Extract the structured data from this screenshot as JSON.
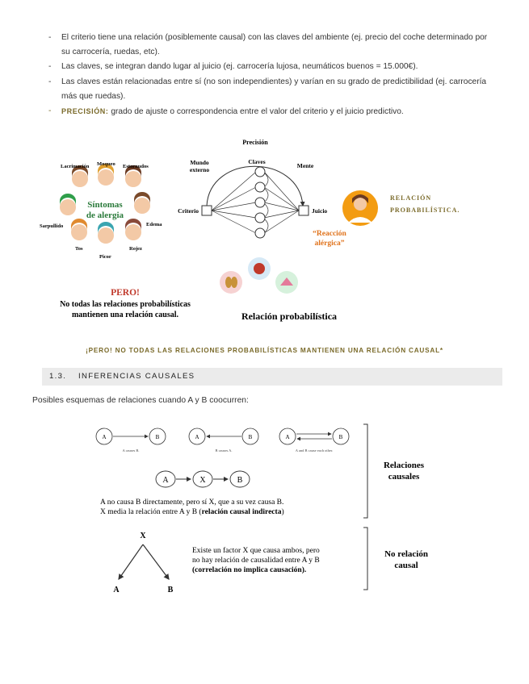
{
  "bullets": [
    {
      "dash": "-",
      "text": "El criterio tiene una relación (posiblemente causal) con las claves del ambiente (ej. precio del coche determinado por su carrocería, ruedas, etc)."
    },
    {
      "dash": "-",
      "text": "Las claves, se integran dando lugar al juicio (ej. carrocería lujosa, neumáticos buenos = 15.000€)."
    },
    {
      "dash": "-",
      "text": "Las claves están relacionadas entre sí (no son independientes) y varían en su grado de predictibilidad (ej. carrocería más que ruedas)."
    },
    {
      "dash": "-",
      "lead": "PRECISIÓN:",
      "text": " grado de ajuste o correspondencia entre el valor del criterio y el juicio predictivo."
    }
  ],
  "fig1": {
    "symptoms": [
      "Lacrimación",
      "Moqueo",
      "Estornudos",
      "Edema",
      "Rojez",
      "Picor",
      "Tos",
      "Sarpullido"
    ],
    "center_title_1": "Síntomas",
    "center_title_2": "de alergia",
    "pero": "PERO!",
    "pero_line1": "No todas las relaciones probabilísticas",
    "pero_line2": "mantienen una relación causal.",
    "lens_precision": "Precisión",
    "lens_mundo_1": "Mundo",
    "lens_mundo_2": "externo",
    "lens_claves": "Claves",
    "lens_mente": "Mente",
    "lens_criterio": "Criterio",
    "lens_juicio": "Juicio",
    "reaccion_1": "“Reacción",
    "reaccion_2": "alérgica”",
    "relacion_prob": "Relación probabilística",
    "side_label_1": "RELACIÓN",
    "side_label_2": "PROBABILÍSTICA."
  },
  "caption": "¡PERO! NO TODAS LAS RELACIONES PROBABILÍSTICAS MANTIENEN UNA RELACIÓN CAUSAL*",
  "section": {
    "number": "1.3.",
    "title": "INFERENCIAS CAUSALES"
  },
  "intro": "Posibles esquemas de relaciones cuando A y B coocurren:",
  "fig2": {
    "node_a": "A",
    "node_b": "B",
    "node_x": "X",
    "cap1": "A causes B.",
    "cap2": "B causes A.",
    "cap3": "A and B cause each other.",
    "indirect_1": "A no causa B directamente, pero sí X, que a su vez causa B.",
    "indirect_2a": "X media la relación entre A y B (",
    "indirect_2b": "relación causal indirecta",
    "indirect_2c": ")",
    "rel_causales_1": "Relaciones",
    "rel_causales_2": "causales",
    "common_1": "Existe un factor X que causa ambos, pero",
    "common_2": "no hay relación de causalidad entre A y B",
    "common_3": "(correlación no implica causación).",
    "no_rel_1": "No relación",
    "no_rel_2": "causal"
  }
}
